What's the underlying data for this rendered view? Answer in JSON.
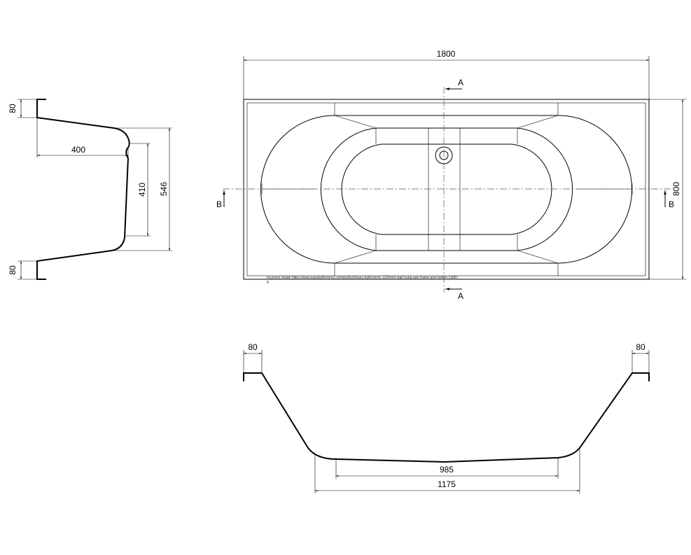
{
  "title": "Double-ended bath technical drawing",
  "plan_view": {
    "length": "1800",
    "width": "800",
    "section_a_top": "A",
    "section_a_bottom": "A",
    "section_b_left": "B",
    "section_b_right": "B",
    "note": "Incorrect image https://www.easybathrooms.com/product/easy-bathrooms-1200mm-wall-hung-pan-frame-and-sistem-10887",
    "note_sub": "8"
  },
  "side_section": {
    "lip_top": "80",
    "lip_bottom": "80",
    "depth": "400",
    "inner_height": "410",
    "outer_height": "546"
  },
  "long_section": {
    "lip_left": "80",
    "lip_right": "80",
    "base_inner": "985",
    "base_outer": "1175"
  }
}
